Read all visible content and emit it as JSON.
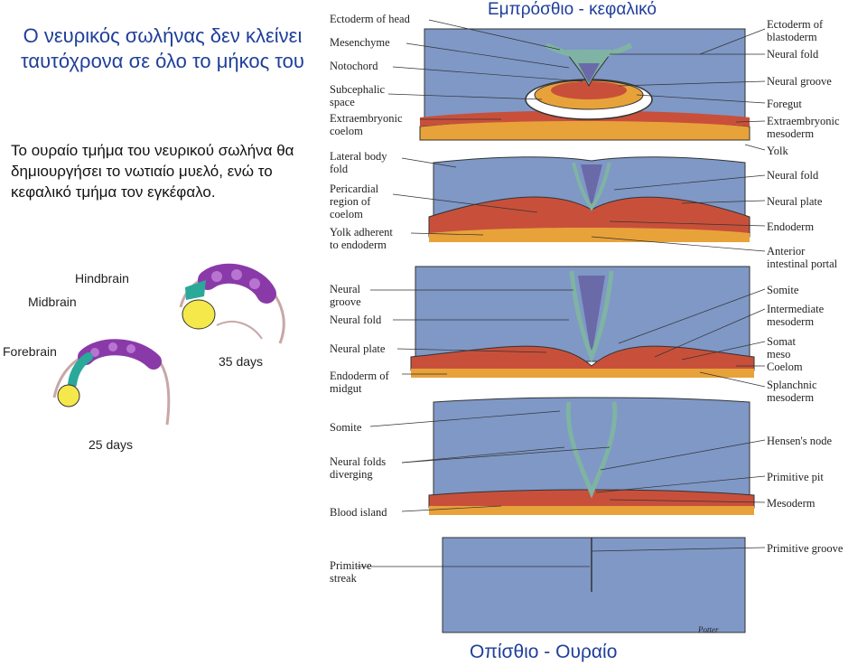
{
  "header": {
    "title": "Ο νευρικός σωλήνας δεν κλείνει ταυτόχρονα σε όλο το μήκος του",
    "description": "Το ουραίο τμήμα του νευρικού σωλήνα θα δημιουργήσει το νωτιαίο μυελό, ενώ το κεφαλικό τμήμα τον εγκέφαλο.",
    "top_orientation": "Εμπρόσθιο - κεφαλικό",
    "bottom_orientation": "Οπίσθιο - Ουραίο"
  },
  "brain_figure": {
    "labels": {
      "hindbrain": "Hindbrain",
      "midbrain": "Midbrain",
      "forebrain": "Forebrain",
      "days25": "25 days",
      "days35": "35 days"
    },
    "colors": {
      "forebrain": "#f5e84a",
      "midbrain": "#2aa89a",
      "hindbrain": "#8a3aa8"
    }
  },
  "section_labels": {
    "left": {
      "ectoderm_of_head": "Ectoderm of head",
      "mesenchyme": "Mesenchyme",
      "notochord": "Notochord",
      "subcephalic_space": "Subcephalic\nspace",
      "extraembryonic_coelom": "Extraembryonic\ncoelom",
      "lateral_body_fold": "Lateral body\nfold",
      "pericardial_region": "Pericardial\nregion of\ncoelom",
      "yolk_adherent": "Yolk adherent\nto endoderm",
      "neural_groove": "Neural\ngroove",
      "neural_fold": "Neural fold",
      "neural_plate": "Neural plate",
      "endoderm_midgut": "Endoderm of\nmidgut",
      "somite": "Somite",
      "neural_folds_diverging": "Neural folds\ndiverging",
      "blood_island": "Blood island",
      "primitive_streak": "Primitive\nstreak"
    },
    "right": {
      "ectoderm_blastoderm": "Ectoderm of\nblastoderm",
      "neural_fold_1": "Neural fold",
      "neural_groove": "Neural groove",
      "foregut": "Foregut",
      "extraembryonic_mesoderm": "Extraembryonic\nmesoderm",
      "yolk": "Yolk",
      "neural_fold_2": "Neural fold",
      "neural_plate": "Neural plate",
      "endoderm": "Endoderm",
      "anterior_intestinal_portal": "Anterior\nintestinal portal",
      "somite": "Somite",
      "intermediate_mesoderm": "Intermediate\nmesoderm",
      "somatic_mesoderm": "Somat\nmeso",
      "coelom": "Coelom",
      "splanchnic_mesoderm": "Splanchnic\nmesoderm",
      "hensens_node": "Hensen's node",
      "primitive_pit": "Primitive pit",
      "mesoderm": "Mesoderm",
      "primitive_groove": "Primitive groove"
    }
  },
  "signature": "Potter",
  "colors": {
    "title_blue": "#1f3f9a",
    "ectoderm_blue": "#7f98c6",
    "mesoderm_red": "#c8503a",
    "yolk_orange": "#e8a23a",
    "neural_green": "#7fb3a3",
    "notochord_purple": "#6a6aa8"
  }
}
